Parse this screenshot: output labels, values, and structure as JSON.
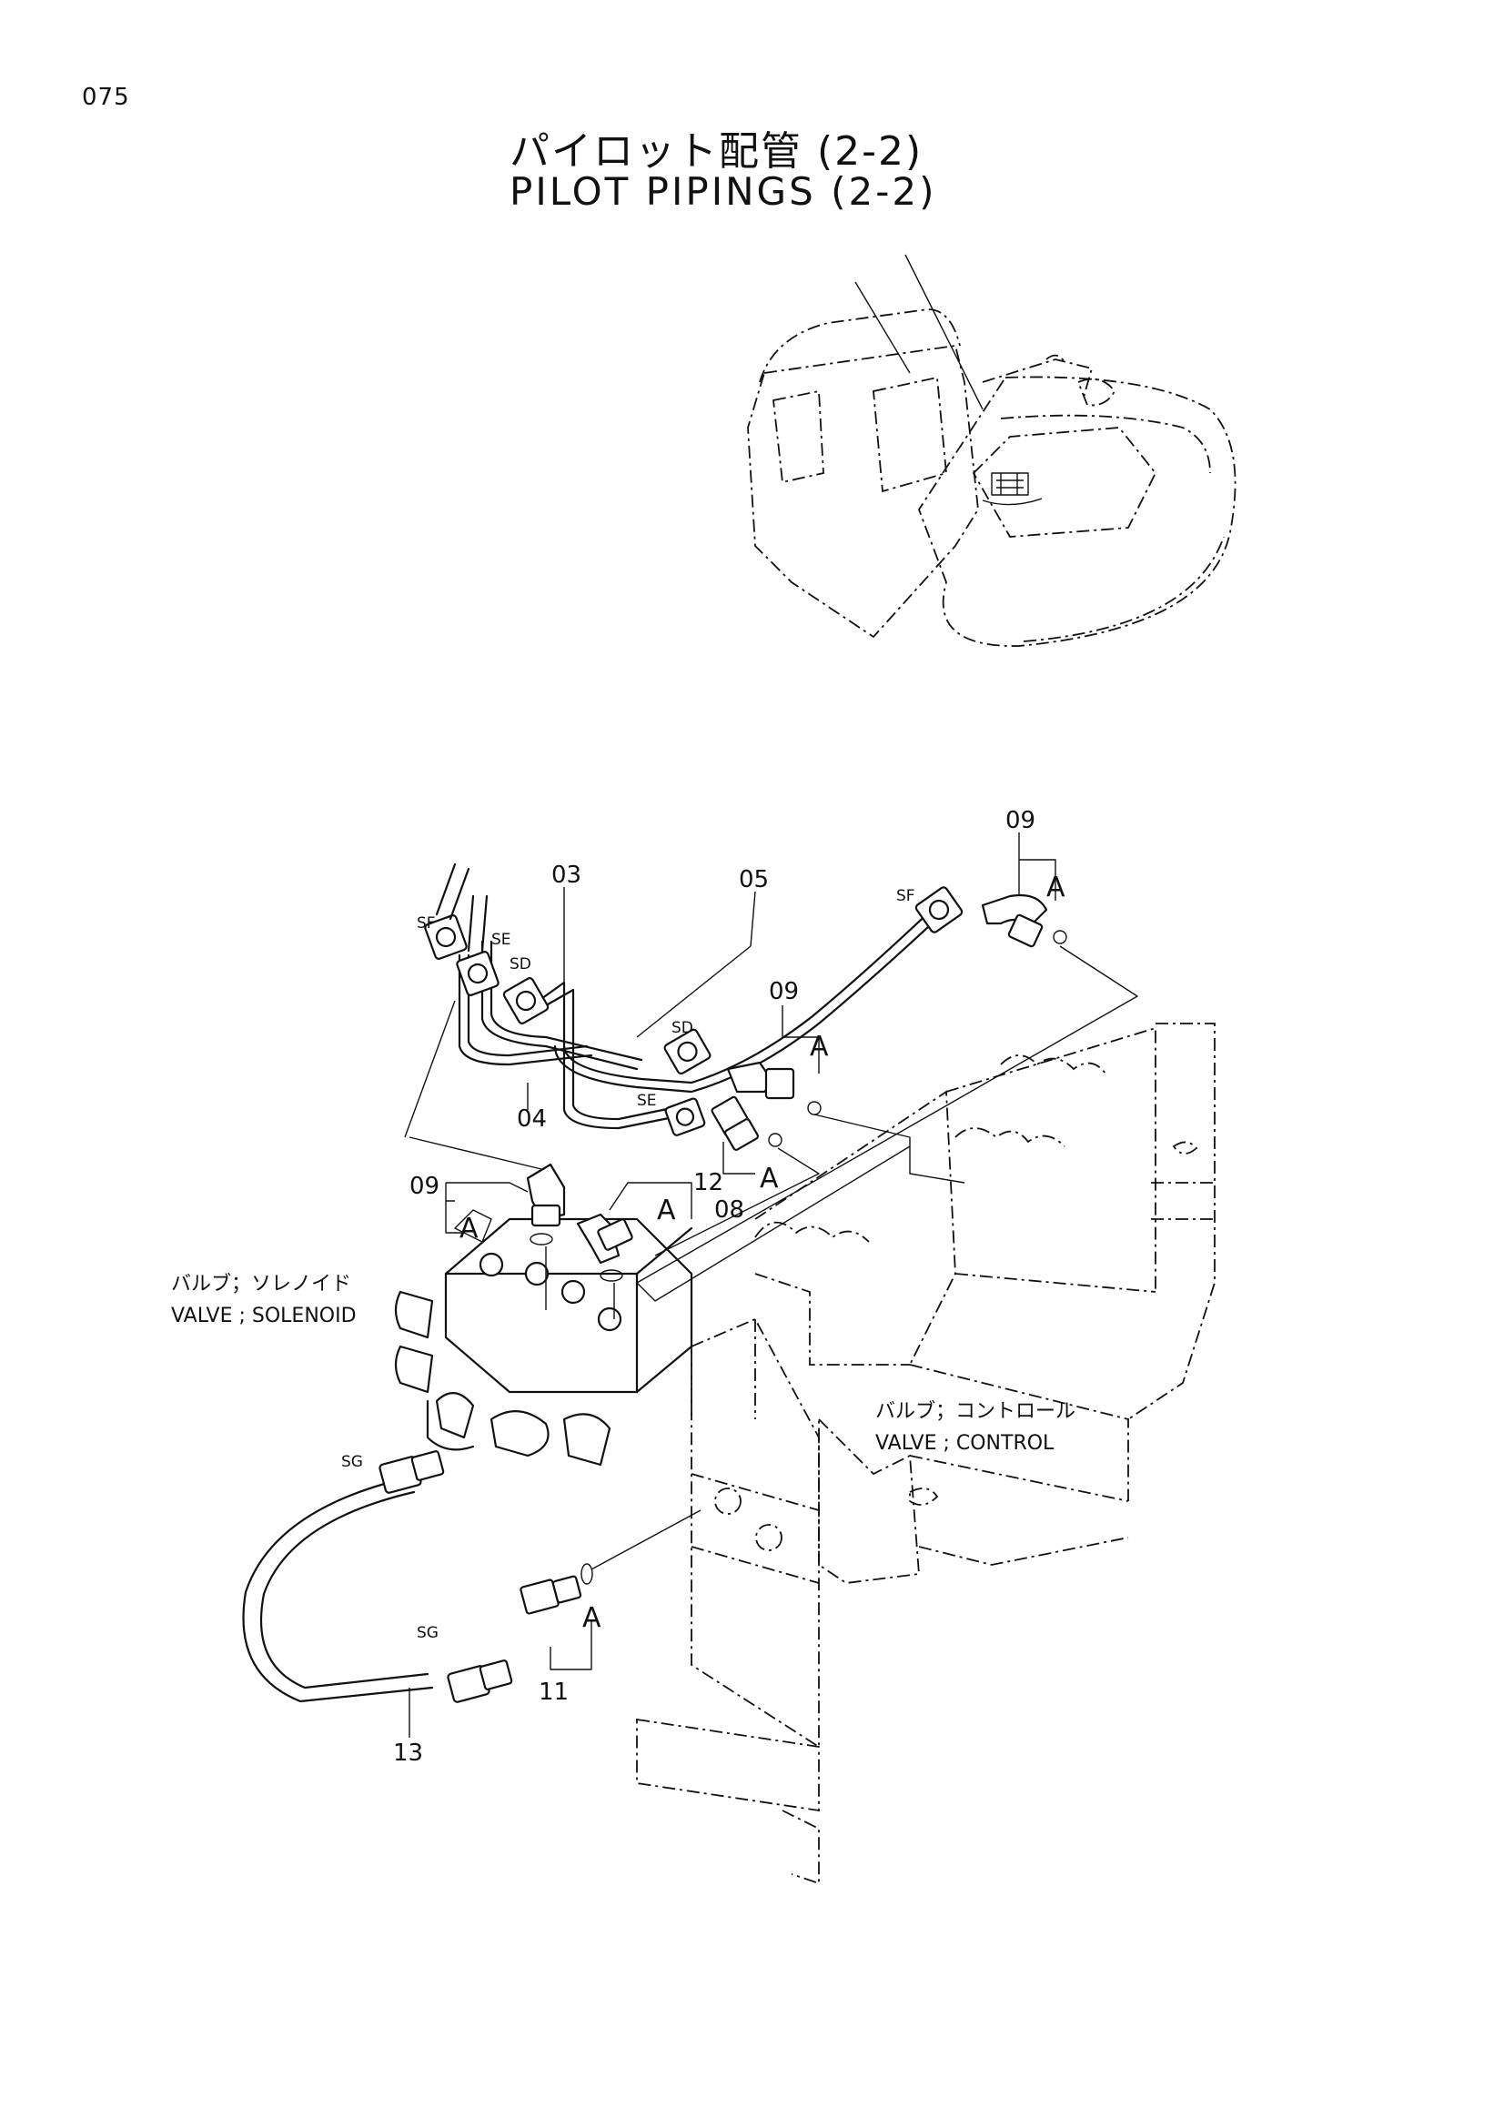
{
  "page": {
    "number": "075"
  },
  "title": {
    "jp": "パイロット配管 (2-2)",
    "en": "PILOT PIPINGS (2-2)"
  },
  "callouts": {
    "p03": "03",
    "p04": "04",
    "p05": "05",
    "p08": "08",
    "p09a": "09",
    "p09b": "09",
    "p09c": "09",
    "p11": "11",
    "p12": "12",
    "p13": "13"
  },
  "port_labels": {
    "sf1": "SF",
    "se1": "SE",
    "sd1": "SD",
    "sf2": "SF",
    "sd2": "SD",
    "se2": "SE",
    "sg1": "SG",
    "sg2": "SG"
  },
  "oring_labels": {
    "a1": "A",
    "a2": "A",
    "a3": "A",
    "a4": "A",
    "a5": "A",
    "a6": "A"
  },
  "components": {
    "solenoid_valve": {
      "jp": "バルブ；ソレノイド",
      "en": "VALVE ; SOLENOID"
    },
    "control_valve": {
      "jp": "バルブ；コントロール",
      "en": "VALVE ; CONTROL"
    }
  }
}
